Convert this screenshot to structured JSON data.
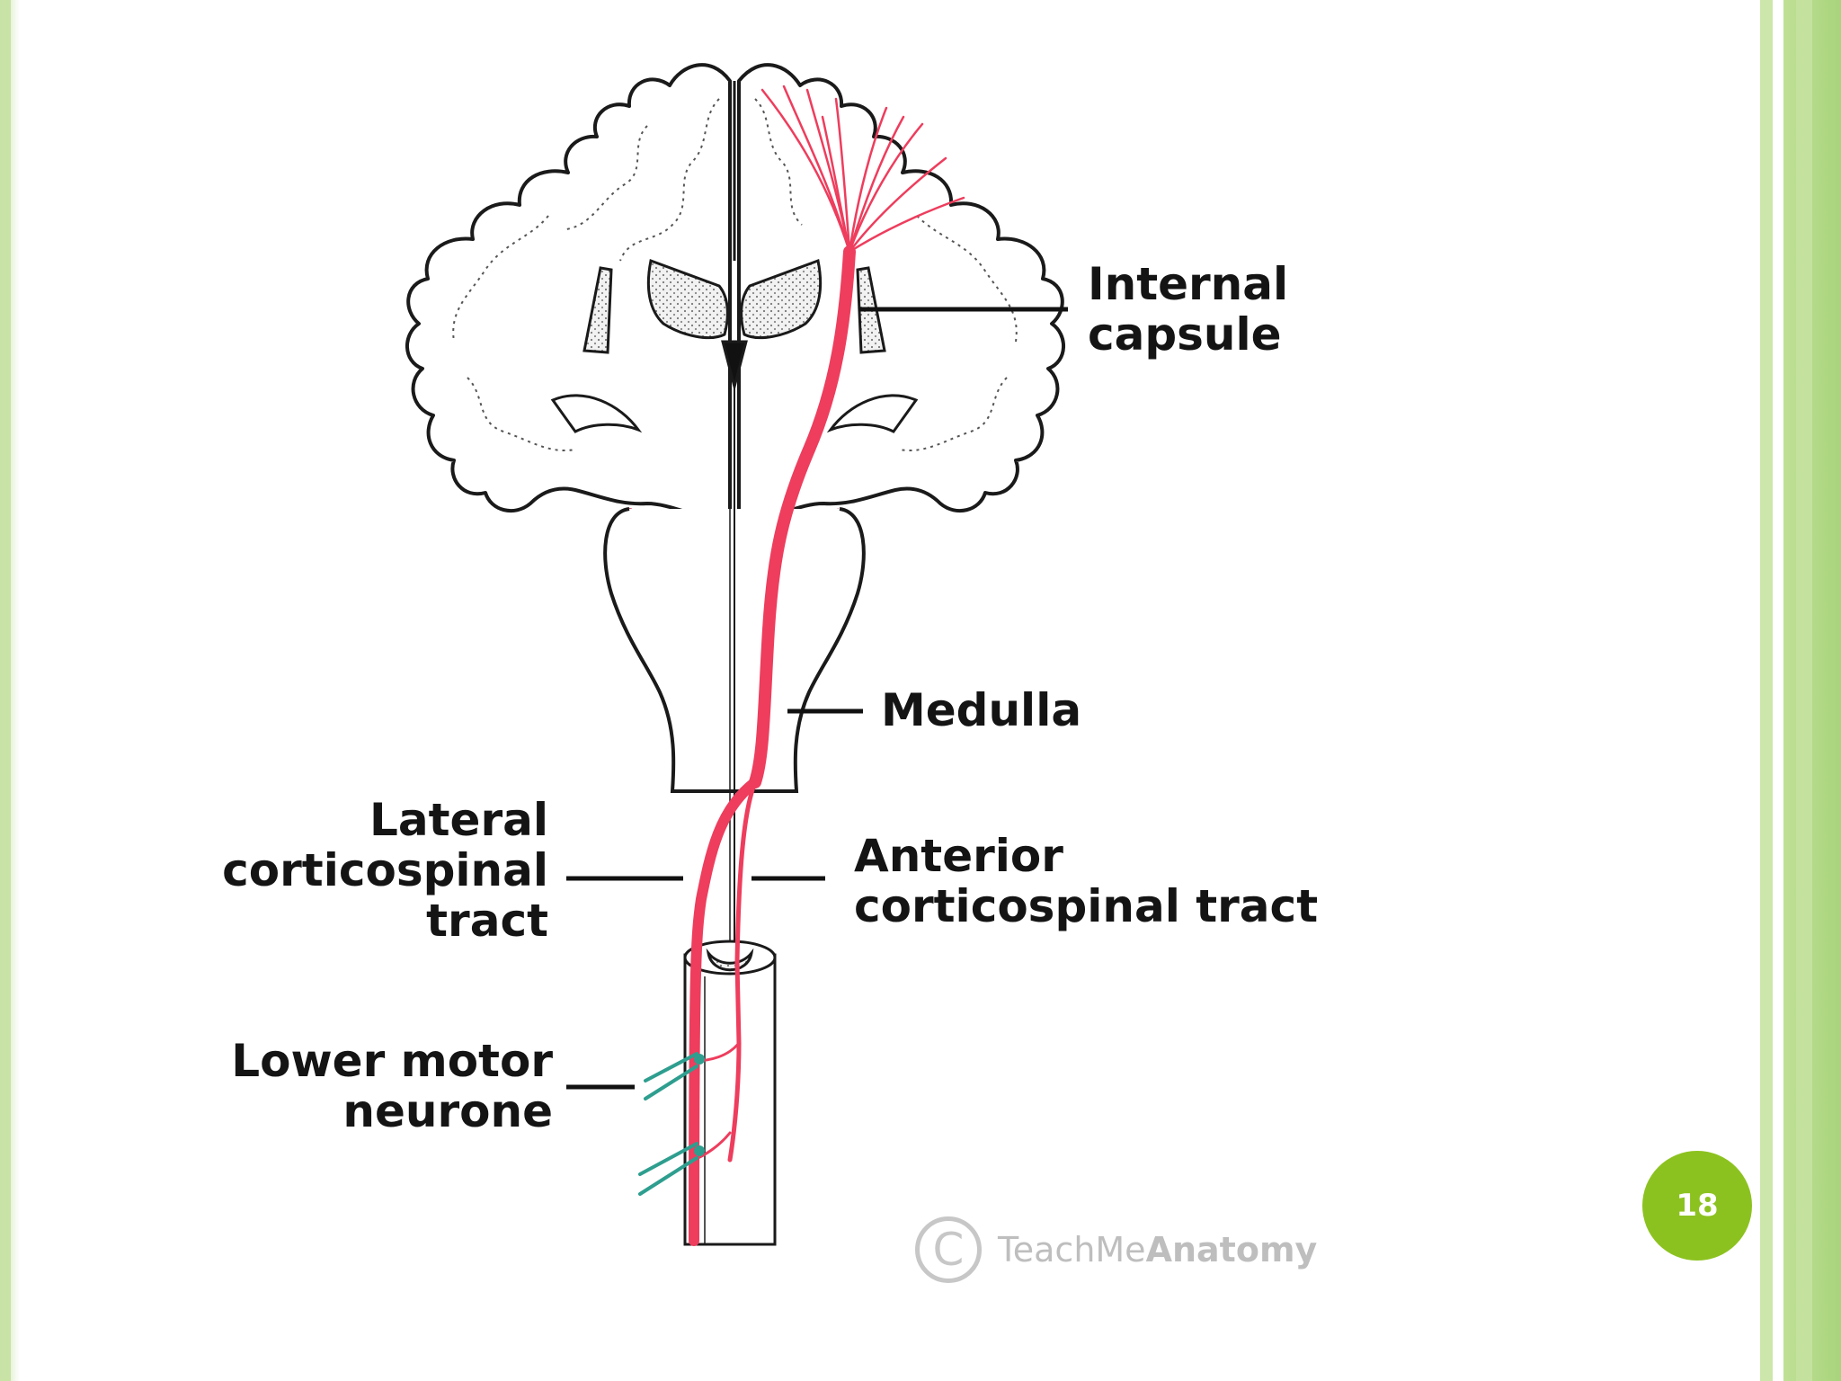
{
  "slide": {
    "page_number": "18",
    "frame_color": "#c9e3a6",
    "badge_color": "#8cc21f",
    "tract_color": "#ee3d5d",
    "neurone_color": "#2e9e8f"
  },
  "diagram": {
    "labels": {
      "internal_capsule": [
        "Internal",
        "capsule"
      ],
      "medulla": "Medulla",
      "lateral_tract": [
        "Lateral",
        "corticospinal",
        "tract"
      ],
      "anterior_tract": [
        "Anterior",
        "corticospinal tract"
      ],
      "lower_motor_neurone": [
        "Lower motor",
        "neurone"
      ]
    },
    "watermark": {
      "symbol": "C",
      "prefix": "TeachMe",
      "bold": "Anatomy"
    }
  }
}
